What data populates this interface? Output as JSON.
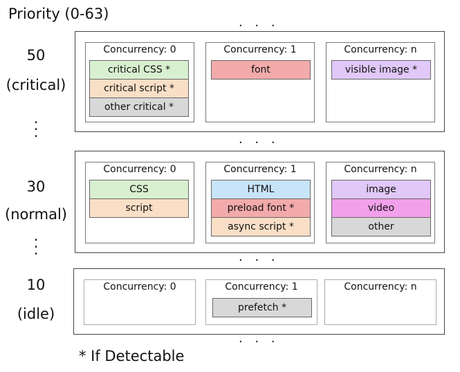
{
  "title": "Priority (0-63)",
  "ellipsis": ". . .",
  "vertical_ellipsis": ".",
  "footnote": "* If Detectable",
  "tiers": [
    {
      "number": "50",
      "name": "(critical)",
      "groups": [
        {
          "label": "Concurrency: 0",
          "items": [
            {
              "text": "critical CSS *",
              "color": "#d9f0d0"
            },
            {
              "text": "critical script *",
              "color": "#f9dfc6"
            },
            {
              "text": "other critical *",
              "color": "#d8d8d8"
            }
          ]
        },
        {
          "label": "Concurrency: 1",
          "items": [
            {
              "text": "font",
              "color": "#f3aaaa"
            }
          ]
        },
        {
          "label": "Concurrency: n",
          "items": [
            {
              "text": "visible image *",
              "color": "#e0c8f8"
            }
          ]
        }
      ]
    },
    {
      "number": "30",
      "name": "(normal)",
      "groups": [
        {
          "label": "Concurrency: 0",
          "items": [
            {
              "text": "CSS",
              "color": "#d9f0d0"
            },
            {
              "text": "script",
              "color": "#f9dfc6"
            }
          ]
        },
        {
          "label": "Concurrency: 1",
          "items": [
            {
              "text": "HTML",
              "color": "#c8e4f8"
            },
            {
              "text": "preload font *",
              "color": "#f3aaaa"
            },
            {
              "text": "async script *",
              "color": "#f9dfc6"
            }
          ]
        },
        {
          "label": "Concurrency: n",
          "items": [
            {
              "text": "image",
              "color": "#e0c8f8"
            },
            {
              "text": "video",
              "color": "#f2a0ea"
            },
            {
              "text": "other",
              "color": "#d8d8d8"
            }
          ]
        }
      ]
    },
    {
      "number": "10",
      "name": "(idle)",
      "groups": [
        {
          "label": "Concurrency: 0",
          "items": []
        },
        {
          "label": "Concurrency: 1",
          "items": [
            {
              "text": "prefetch *",
              "color": "#d8d8d8"
            }
          ]
        },
        {
          "label": "Concurrency: n",
          "items": []
        }
      ]
    }
  ]
}
